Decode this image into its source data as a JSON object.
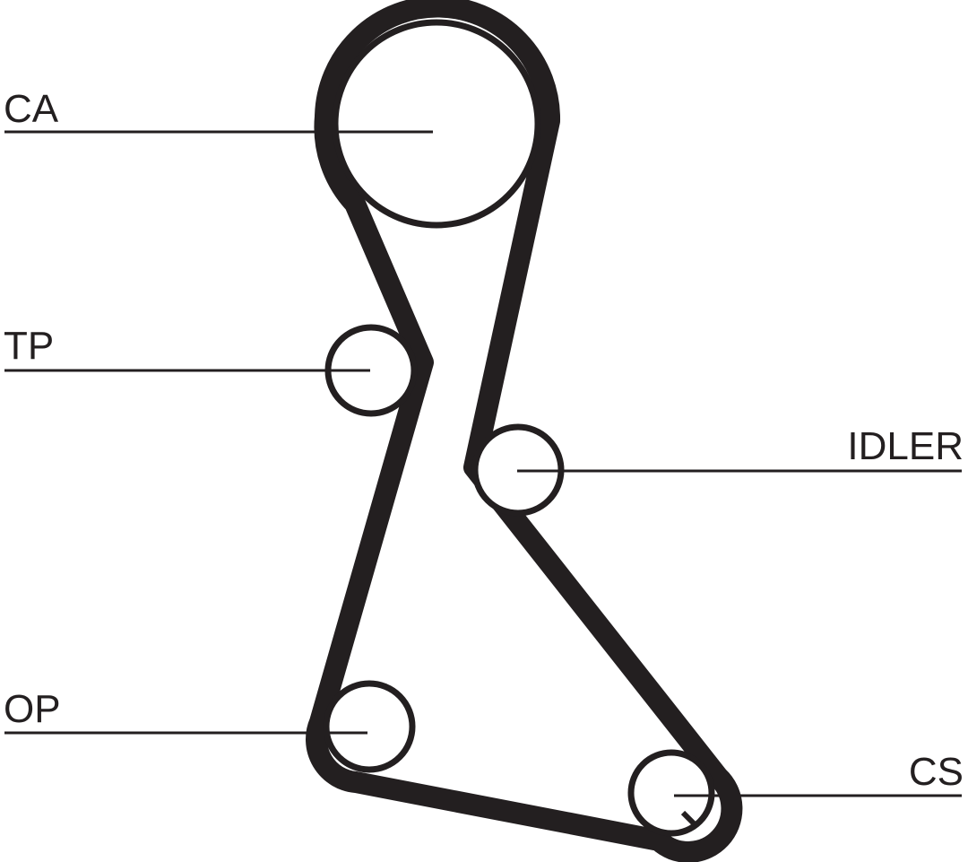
{
  "diagram": {
    "colors": {
      "stroke": "#231f20",
      "background": "#ffffff"
    },
    "components": [
      {
        "id": "camshaft",
        "label": "CA",
        "shape": "circle"
      },
      {
        "id": "tensioner",
        "label": "TP",
        "shape": "circle"
      },
      {
        "id": "idler",
        "label": "IDLER",
        "shape": "circle"
      },
      {
        "id": "oil-pump",
        "label": "OP",
        "shape": "circle"
      },
      {
        "id": "crankshaft",
        "label": "CS",
        "shape": "circle"
      }
    ],
    "belt_path": [
      "camshaft",
      "idler",
      "crankshaft",
      "oil-pump",
      "tensioner",
      "camshaft"
    ]
  }
}
